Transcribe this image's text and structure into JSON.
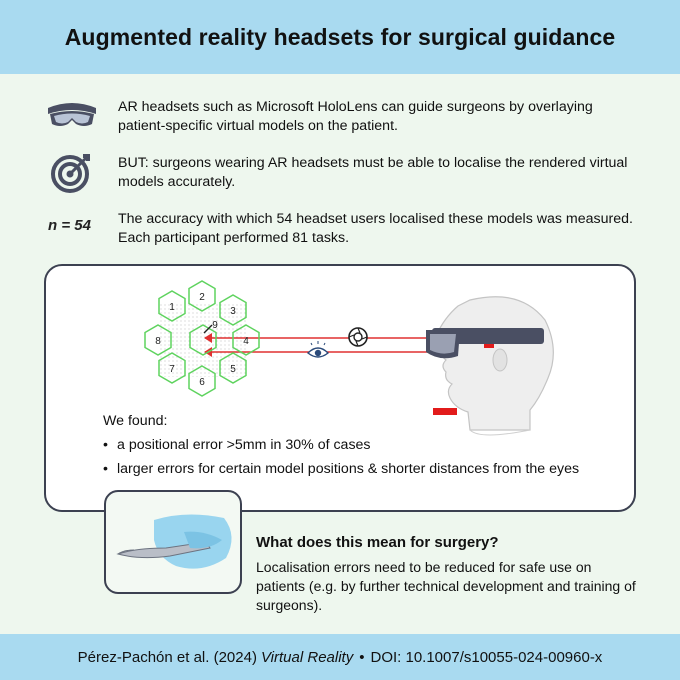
{
  "title": "Augmented reality headsets for surgical guidance",
  "points": [
    {
      "icon": "headset-icon",
      "text": "AR headsets such as Microsoft HoloLens can guide surgeons by overlaying patient-specific virtual models on the patient."
    },
    {
      "icon": "target-icon",
      "text": "BUT: surgeons wearing AR headsets must be able to localise the rendered virtual models accurately."
    },
    {
      "icon_text": "n = 54",
      "text": "The accuracy with which 54 headset users localised these models was measured. Each participant performed 81 tasks."
    }
  ],
  "diagram": {
    "hex_labels": [
      "1",
      "2",
      "3",
      "4",
      "5",
      "6",
      "7",
      "8",
      "9"
    ]
  },
  "findings": {
    "heading": "We found:",
    "items": [
      "a positional error >5mm in 30% of cases",
      "larger errors for certain model positions & shorter distances from the eyes"
    ]
  },
  "meaning": {
    "title": "What does this mean for surgery?",
    "text": "Localisation errors need to be reduced for safe use on patients (e.g. by further technical development and training of surgeons)."
  },
  "citation": {
    "authors": "Pérez-Pachón et al. (2024)",
    "journal": "Virtual Reality",
    "separator": "•",
    "doi": "DOI: 10.1007/s10055-024-00960-x"
  },
  "colors": {
    "header_bg": "#a9daf0",
    "page_bg": "#eef7ee",
    "hex_green": "#5ed35e",
    "ray_red": "#e03030",
    "marker_red": "#e21b1b",
    "headset_band": "#4a4f63"
  }
}
